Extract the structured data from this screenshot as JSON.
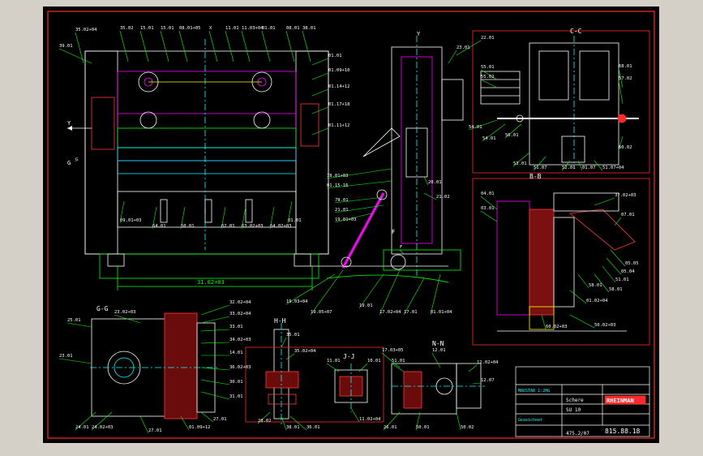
{
  "colors": {
    "background": "#000000",
    "frame": "#ff2a2a",
    "outline": "#ffffff",
    "dimension": "#00ff00",
    "centerline": "#00ffff",
    "highlight": "#ff00ff",
    "hatch": "#ff3b3b",
    "accent": "#ffff00",
    "window": "#d4d0c8"
  },
  "section_titles": {
    "y": "Y",
    "cc": "C-C",
    "bb": "B-B",
    "gg": "G-G",
    "hh": "H-H",
    "jj": "J-J",
    "nn": "N-N",
    "g": "G",
    "f": "F"
  },
  "callouts_front": [
    "35.02+04",
    "35.02",
    "15.01",
    "15.01",
    "08.01+05",
    "X",
    "11.01",
    "11.03+04",
    "01.01",
    "08.01",
    "38.01",
    "01.01",
    "01.09+10",
    "01.14+12",
    "01.17+18",
    "01.11+12",
    "09.01+03",
    "64.01",
    "50.01",
    "62.01",
    "63.02+03",
    "64.02+03",
    "01.01",
    "39.01"
  ],
  "callouts_side": [
    "22.01",
    "23.01",
    "78.01+03",
    "01.15-16",
    "21.02",
    "20.01",
    "78.01",
    "21.01",
    "19.01+03",
    "19.03+04",
    "19.05+07",
    "19.01",
    "17.02+04",
    "17.01",
    "01.01+04",
    "F",
    "G"
  ],
  "callouts_cc": [
    "55.01",
    "55.02",
    "54.01",
    "54.01",
    "56.01",
    "53.01",
    "51.07",
    "52.01",
    "01.07",
    "51.07+04",
    "68.01",
    "57.02",
    "60.02"
  ],
  "callouts_bb": [
    "37.02+03",
    "07.01",
    "05.05",
    "05.04",
    "51.01",
    "58.01",
    "58.01",
    "01.02+04",
    "50.02+03",
    "60.02+03",
    "04.01",
    "03.01"
  ],
  "callouts_gg": [
    "25.01",
    "23.02+03",
    "23.01",
    "32.02+04",
    "33.02+04",
    "33.01",
    "34.02+03",
    "14.01",
    "36.02+03",
    "30.01",
    "31.01",
    "24.01",
    "24.02+03",
    "27.01",
    "01.09+12",
    "27.01"
  ],
  "callouts_hh": [
    "35.01",
    "35.02+04",
    "38.01",
    "36.01",
    "28.02"
  ],
  "callouts_jj": [
    "11.01",
    "10.01",
    "11.02+04"
  ],
  "callouts_nn": [
    "12.01",
    "17.03+05",
    "51.01",
    "12.02+04",
    "12.07",
    "26.01",
    "50.01",
    "50.02"
  ],
  "dimension_front": "31.02+03",
  "title_block": {
    "company": "RHEINMAN",
    "drawing_no": "815.88.18",
    "row_a": "MAßSTAB  1:2HG",
    "row_b": "Schere",
    "row_c": "SU 10",
    "row_d": "Gezeichnet",
    "sheet": "475.2/07"
  }
}
